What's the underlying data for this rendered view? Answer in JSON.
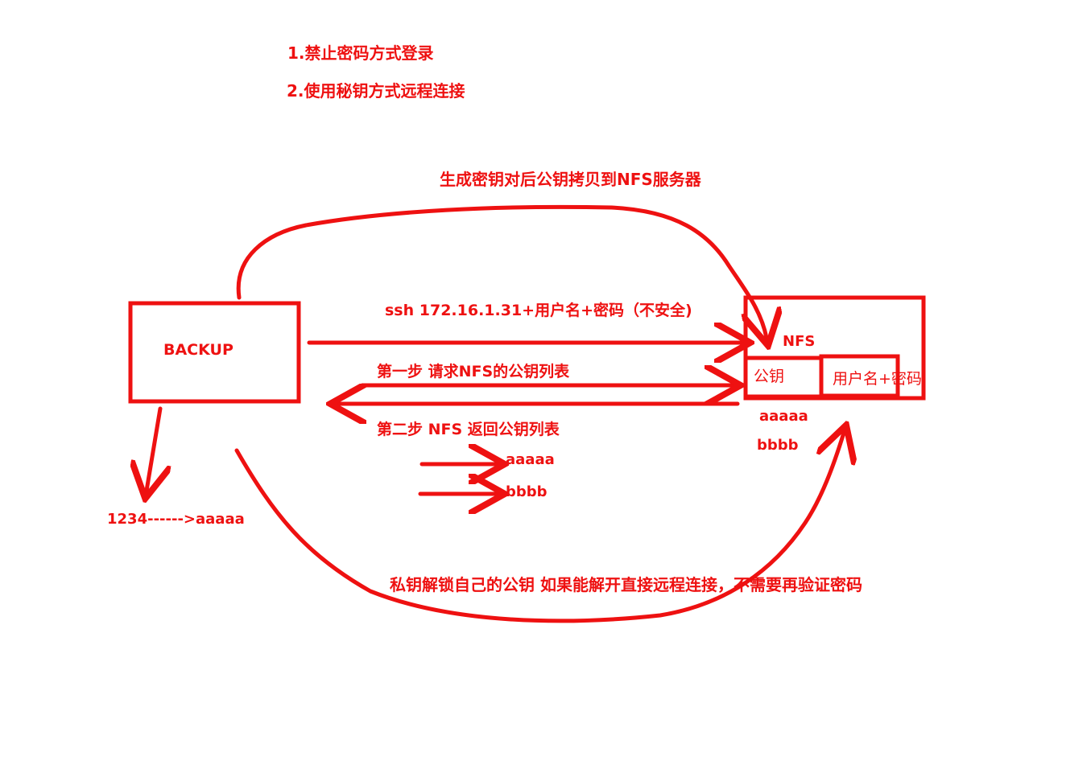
{
  "colors": {
    "ink": "#ee1111",
    "background": "#ffffff"
  },
  "notes": {
    "line1": "1.禁止密码方式登录",
    "line2": "2.使用秘钥方式远程连接"
  },
  "top_arc_label": "生成密钥对后公钥拷贝到NFS服务器",
  "backup": {
    "label": "BACKUP"
  },
  "nfs": {
    "label": "NFS",
    "pubkey_cell": "公钥",
    "user_cell": "用户名+密码",
    "key1": "aaaaa",
    "key2": "bbbb"
  },
  "ssh_label": "ssh 172.16.1.31+用户名+密码（不安全)",
  "step1_label": "第一步 请求NFS的公钥列表",
  "step2_label": "第二步 NFS 返回公钥列表",
  "list_item1": "aaaaa",
  "list_item2": "bbbb",
  "private_key_label": "1234------>aaaaa",
  "bottom_arc_label": "私钥解锁自己的公钥 如果能解开直接远程连接，不需要再验证密码"
}
